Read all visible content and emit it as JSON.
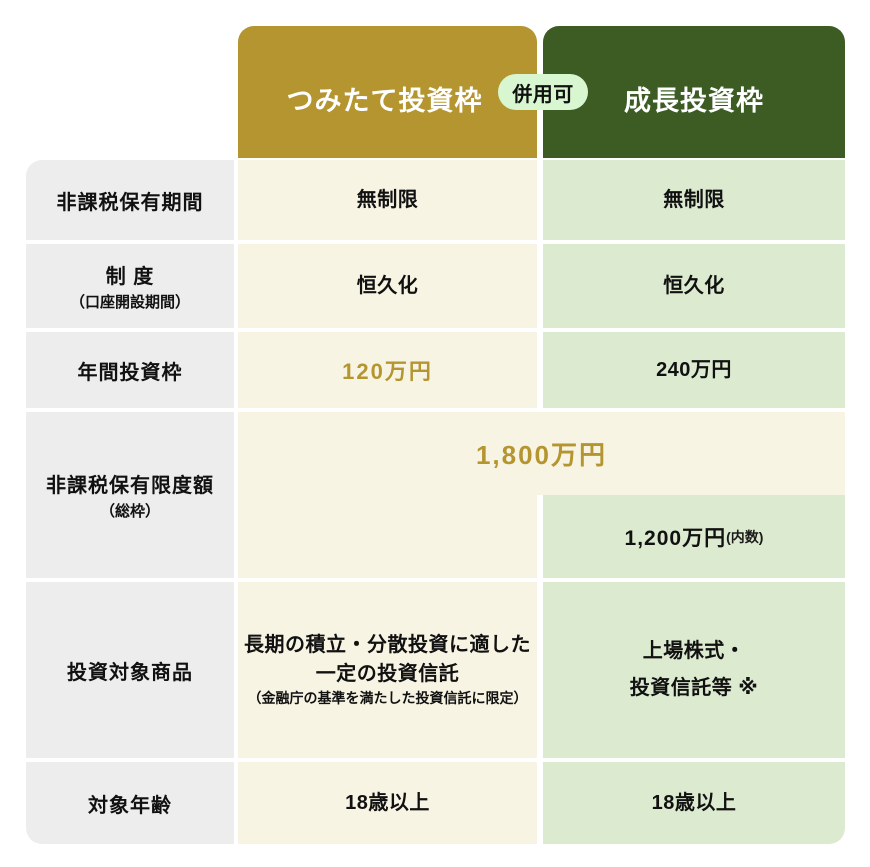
{
  "table": {
    "headers": {
      "row_label_column": "",
      "tsumitate": "つみたて投資枠",
      "seicho": "成長投資枠",
      "badge": "併用可"
    },
    "rows": [
      {
        "label": "非課税保有期間",
        "label_sub": "",
        "tsumitate": "無制限",
        "seicho": "無制限"
      },
      {
        "label": "制 度",
        "label_sub": "（口座開設期間）",
        "tsumitate": "恒久化",
        "seicho": "恒久化"
      },
      {
        "label": "年間投資枠",
        "label_sub": "",
        "tsumitate": "120万円",
        "seicho": "240万円"
      },
      {
        "label": "非課税保有限度額",
        "label_sub": "（総枠）",
        "merged_total": "1,800万円",
        "seicho_inner": "1,200万円",
        "seicho_inner_note": "(内数)"
      },
      {
        "label": "投資対象商品",
        "label_sub": "",
        "tsumitate_line1": "長期の積立・分散投資に適した",
        "tsumitate_line2": "一定の投資信託",
        "tsumitate_note": "（金融庁の基準を満たした投資信託に限定）",
        "seicho_line1": "上場株式・",
        "seicho_line2": "投資信託等 ※"
      },
      {
        "label": "対象年齢",
        "label_sub": "",
        "tsumitate": "18歳以上",
        "seicho": "18歳以上"
      }
    ]
  },
  "colors": {
    "header_gold": "#b4952f",
    "header_green": "#3c5c24",
    "cell_cream": "#f8f4e3",
    "cell_green": "#dcead0",
    "label_gray": "#ededed",
    "badge_green": "#d8f7d0",
    "gold_text": "#b4952f"
  }
}
